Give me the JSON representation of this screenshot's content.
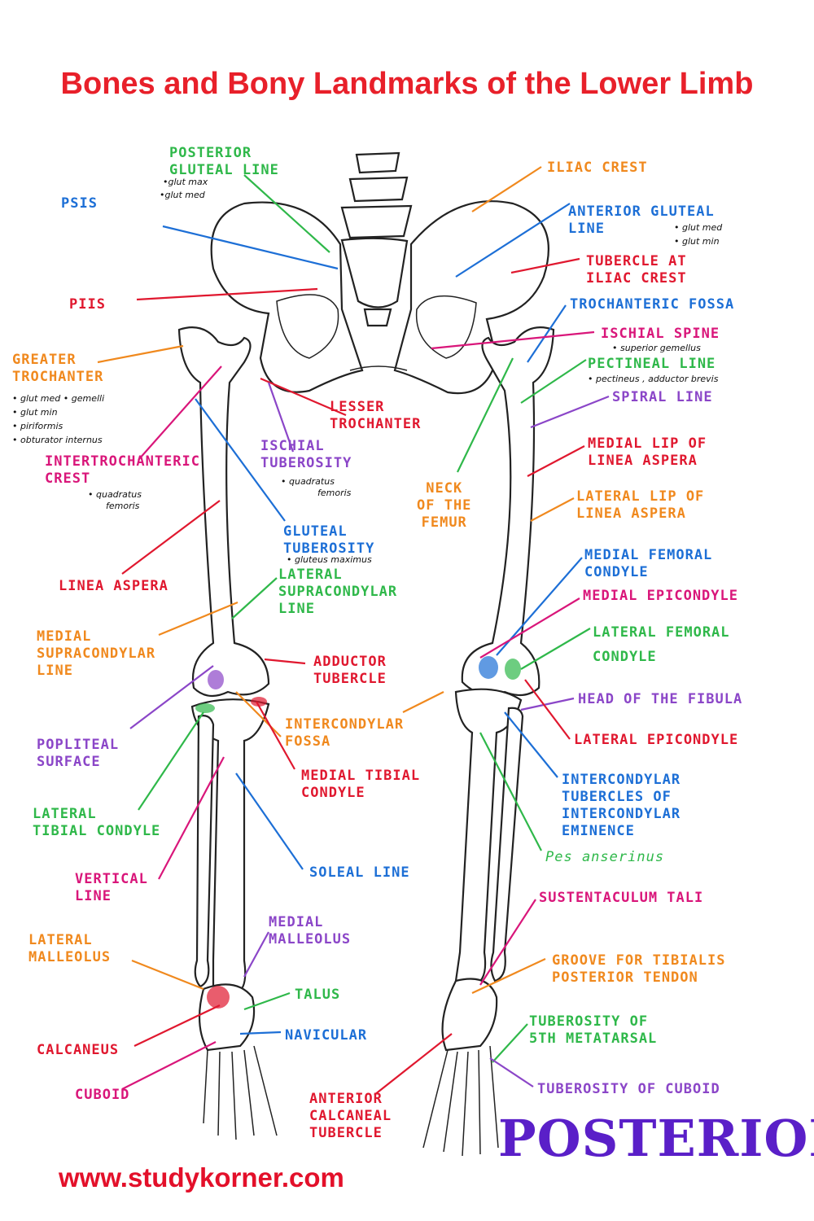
{
  "title": "Bones and Bony Landmarks of the Lower Limb",
  "view_label": "POSTERIOR",
  "footer": "www.studykorner.com",
  "colors": {
    "orange": "#f0891e",
    "blue": "#1d6fd6",
    "red": "#e0182f",
    "green": "#2fb84a",
    "purple": "#8b46c8",
    "magenta": "#d9167a",
    "title": "#e8202a"
  },
  "labels": {
    "posterior_gluteal_line": {
      "text": "POSTERIOR\nGLUTEAL LINE",
      "notes": [
        "•glut max",
        "•glut med"
      ]
    },
    "psis": {
      "text": "PSIS"
    },
    "piis": {
      "text": "PIIS"
    },
    "greater_trochanter": {
      "text": "GREATER\nTROCHANTER",
      "notes": [
        "• glut med     • gemelli",
        "• glut min",
        "• piriformis",
        "• obturator internus"
      ]
    },
    "intertrochanteric_crest": {
      "text": "INTERTROCHANTERIC\nCREST",
      "notes": [
        "• quadratus",
        "femoris"
      ]
    },
    "linea_aspera": {
      "text": "LINEA ASPERA"
    },
    "medial_supracondylar_line": {
      "text": "MEDIAL\nSUPRACONDYLAR\nLINE"
    },
    "popliteal_surface": {
      "text": "POPLITEAL\nSURFACE"
    },
    "lateral_tibial_condyle": {
      "text": "LATERAL\nTIBIAL CONDYLE"
    },
    "vertical_line": {
      "text": "VERTICAL\nLINE"
    },
    "lateral_malleolus": {
      "text": "LATERAL\nMALLEOLUS"
    },
    "calcaneus": {
      "text": "CALCANEUS"
    },
    "cuboid": {
      "text": "CUBOID"
    },
    "lesser_trochanter": {
      "text": "LESSER\nTROCHANTER"
    },
    "ischial_tuberosity": {
      "text": "ISCHIAL\nTUBEROSITY",
      "notes": [
        "• quadratus",
        "femoris"
      ]
    },
    "gluteal_tuberosity": {
      "text": "GLUTEAL\nTUBEROSITY",
      "notes": [
        "• gluteus maximus"
      ]
    },
    "lateral_supracondylar_line": {
      "text": "LATERAL\nSUPRACONDYLAR\nLINE"
    },
    "adductor_tubercle": {
      "text": "ADDUCTOR\nTUBERCLE"
    },
    "intercondylar_fossa": {
      "text": "INTERCONDYLAR\nFOSSA"
    },
    "medial_tibial_condyle": {
      "text": "MEDIAL TIBIAL\nCONDYLE"
    },
    "soleal_line": {
      "text": "SOLEAL LINE"
    },
    "medial_malleolus": {
      "text": "MEDIAL\nMALLEOLUS"
    },
    "talus": {
      "text": "TALUS"
    },
    "navicular": {
      "text": "NAVICULAR"
    },
    "anterior_calcaneal_tubercle": {
      "text": "ANTERIOR\nCALCANEAL\nTUBERCLE"
    },
    "neck_of_femur": {
      "text": "NECK\nOF THE\nFEMUR"
    },
    "iliac_crest": {
      "text": "ILIAC CREST"
    },
    "anterior_gluteal_line": {
      "text": "ANTERIOR GLUTEAL\nLINE",
      "notes": [
        "• glut med",
        "• glut min"
      ]
    },
    "tubercle_at_iliac_crest": {
      "text": "TUBERCLE AT\nILIAC CREST"
    },
    "trochanteric_fossa": {
      "text": "TROCHANTERIC FOSSA"
    },
    "ischial_spine": {
      "text": "ISCHIAL SPINE",
      "notes": [
        "• superior gemellus"
      ]
    },
    "pectineal_line": {
      "text": "PECTINEAL LINE",
      "notes": [
        "• pectineus , adductor brevis"
      ]
    },
    "spiral_line": {
      "text": "SPIRAL LINE"
    },
    "medial_lip_linea_aspera": {
      "text": "MEDIAL LIP OF\nLINEA ASPERA"
    },
    "lateral_lip_linea_aspera": {
      "text": "LATERAL LIP OF\nLINEA ASPERA"
    },
    "medial_femoral_condyle": {
      "text": "MEDIAL FEMORAL\nCONDYLE"
    },
    "medial_epicondyle": {
      "text": "MEDIAL EPICONDYLE"
    },
    "lateral_femoral_condyle": {
      "text": "LATERAL FEMORAL\nCONDYLE"
    },
    "head_of_fibula": {
      "text": "HEAD OF THE FIBULA"
    },
    "lateral_epicondyle": {
      "text": "LATERAL EPICONDYLE"
    },
    "intercondylar_tubercles": {
      "text": "INTERCONDYLAR\nTUBERCLES OF\nINTERCONDYLAR\nEMINENCE"
    },
    "pes_anserinus": {
      "text": "Pes anserinus"
    },
    "sustentaculum_tali": {
      "text": "SUSTENTACULUM TALI"
    },
    "groove_tibialis_posterior": {
      "text": "GROOVE FOR TIBIALIS\nPOSTERIOR TENDON"
    },
    "tuberosity_5th_metatarsal": {
      "text": "TUBEROSITY OF\n5TH METATARSAL"
    },
    "tuberosity_of_cuboid": {
      "text": "TUBEROSITY OF CUBOID"
    }
  }
}
